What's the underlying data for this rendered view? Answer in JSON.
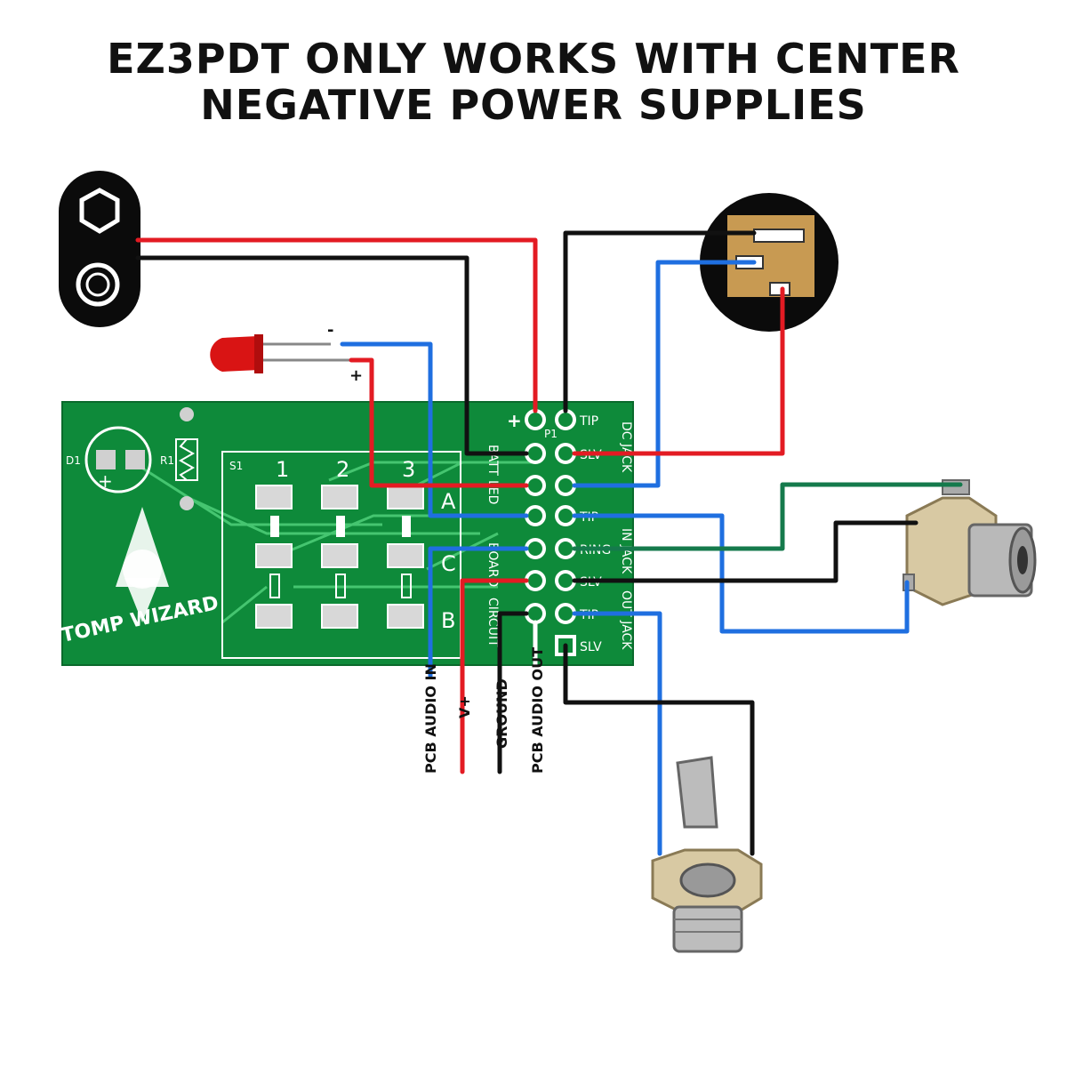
{
  "title_line1": "EZ3PDT ONLY WORKS WITH CENTER",
  "title_line2": "NEGATIVE POWER SUPPLIES",
  "led": {
    "minus": "-",
    "plus": "+"
  },
  "pcb": {
    "designators": {
      "d1": "D1",
      "r1": "R1",
      "s1": "S1",
      "p1": "P1"
    },
    "switch_numbers": [
      "1",
      "2",
      "3"
    ],
    "switch_letters": [
      "A",
      "C",
      "B"
    ],
    "logo_text": "STOMP WIZARD",
    "batt_label": "BATT",
    "left_pins": [
      "+",
      "",
      "",
      "",
      "",
      "",
      "",
      ""
    ],
    "right_pins": [
      "TIP",
      "SLV",
      "",
      "TIP",
      "RING",
      "SLV",
      "TIP",
      "SLV"
    ],
    "dc_jack_label": "DC JACK",
    "in_jack_label": "IN JACK",
    "out_jack_label": "OUT JACK",
    "led_label": "LED",
    "board_label": "BOARD",
    "circuit_label": "CIRCUIT"
  },
  "bottom_labels": [
    "PCB AUDIO IN",
    "V+",
    "GROUND",
    "PCB AUDIO OUT"
  ],
  "colors": {
    "red": "#e31b23",
    "black": "#111111",
    "blue": "#1f6fe0",
    "green": "#157a4c",
    "pcb": "#0e8a3a"
  }
}
